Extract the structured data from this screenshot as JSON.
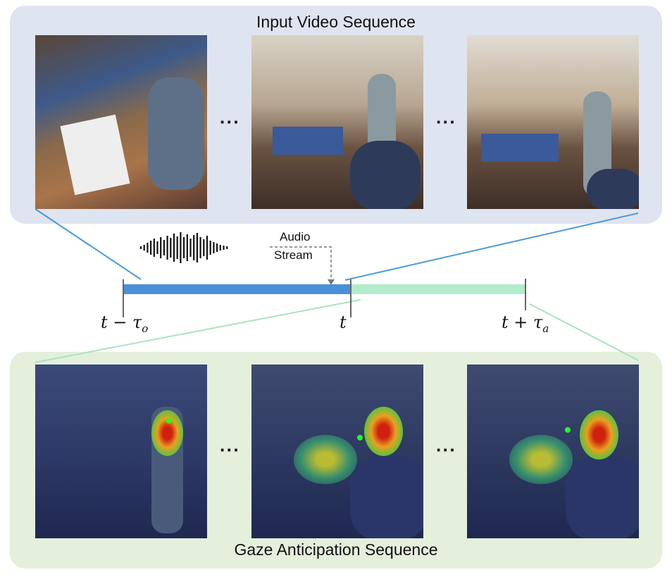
{
  "top_panel": {
    "title": "Input Video Sequence",
    "ellipsis": "···",
    "frames": [
      "input-frame-1",
      "input-frame-2",
      "input-frame-3"
    ]
  },
  "bottom_panel": {
    "title": "Gaze Anticipation Sequence",
    "ellipsis": "···",
    "frames": [
      "gaze-frame-1",
      "gaze-frame-2",
      "gaze-frame-3"
    ]
  },
  "audio": {
    "label_line1": "Audio",
    "label_line2": "Stream"
  },
  "timeline": {
    "start_label": "t − τ",
    "start_sub": "o",
    "mid_label": "t",
    "end_label": "t + τ",
    "end_sub": "a"
  },
  "colors": {
    "observed": "#4a90d9",
    "future": "#b3eccb",
    "top_bg": "#dfe4f1",
    "bottom_bg": "#e4efdc"
  }
}
